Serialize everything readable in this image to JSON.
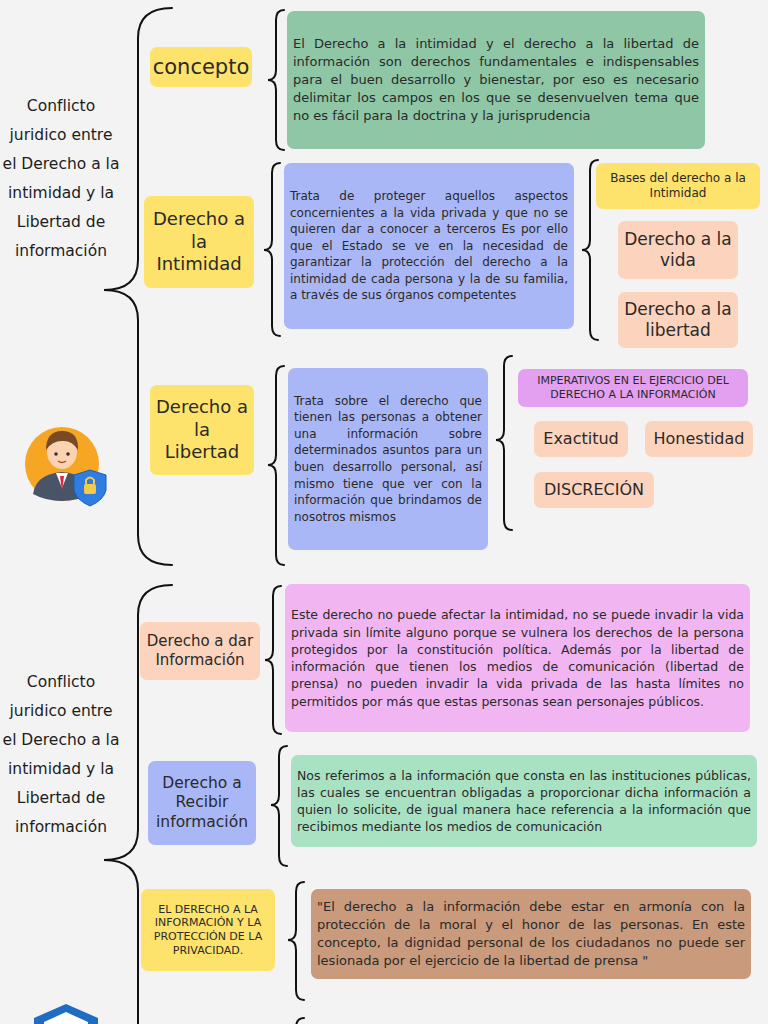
{
  "diagram": {
    "nodes": [
      {
        "text": [
          "concepto"
        ]
      },
      {
        "text": [
          "El Derecho a la intimidad y el derecho a la libertad de información son derechos fundamentales e indispensables para el buen desarrollo y bienestar, por eso es necesario delimitar los campos en los que se desenvuelven tema que no es fácil para la doctrina y la jurisprudencia"
        ]
      },
      {
        "text": [
          "Derecho a la Intimidad"
        ]
      },
      {
        "text": [
          "Trata de proteger aquellos aspectos concernientes a la vida privada y que no se quieren dar a conocer a terceros Es por ello que el Estado se ve en la necesidad de garantizar la protección del derecho a la intimidad de cada persona y la de su familia, a través de sus órganos competentes"
        ]
      },
      {
        "text": [
          "Bases del derecho a la Intimidad"
        ]
      },
      {
        "text": [
          "Derecho a la vida"
        ]
      },
      {
        "text": [
          "Derecho a la libertad"
        ]
      },
      {
        "text": [
          "Derecho a la Libertad"
        ]
      },
      {
        "text": [
          "Trata sobre el derecho que tienen las personas a obtener una información sobre determinados asuntos para un buen desarrollo personal, así mismo tiene que ver con la información que brindamos de nosotros mismos"
        ]
      },
      {
        "text": [
          "IMPERATIVOS EN EL EJERCICIO DEL DERECHO A LA INFORMACIÓN"
        ]
      },
      {
        "text": [
          "Exactitud"
        ]
      },
      {
        "text": [
          "Honestidad"
        ]
      },
      {
        "text": [
          "DISCRECIÓN"
        ]
      },
      {
        "text": [
          "Derecho a dar Información"
        ]
      },
      {
        "text": [
          "Este derecho no puede afectar la intimidad, no se puede invadir la vida privada sin límite alguno porque se vulnera los derechos de la persona protegidos por la constitución política. Además por la libertad de información que tienen los medios de comunicación (libertad de prensa) no pueden invadir la vida privada de las hasta límites no permitidos por más que estas personas sean personajes públicos."
        ]
      },
      {
        "text": [
          "Derecho a Recibir información"
        ]
      },
      {
        "text": [
          "Nos referimos a la información que consta en las instituciones públicas, las cuales se encuentran obligadas a proporcionar dicha información a quien lo solicite, de igual manera hace referencia a la información que recibimos mediante los medios de comunicación"
        ]
      },
      {
        "text": [
          "EL DERECHO A LA INFORMACIÓN Y LA PROTECCIÓN DE LA PRIVACIDAD."
        ]
      },
      {
        "text": [
          "\"El derecho a la información debe estar en armonía con la protección de la moral y el honor de las personas. En este concepto, la dignidad personal de los ciudadanos no puede ser lesionada por el ejercicio de la libertad de prensa \""
        ]
      }
    ],
    "labels": [
      "Conflicto juridico entre el Derecho a la intimidad y la Libertad de información",
      "Conflicto juridico entre el Derecho a la intimidad y la Libertad de información"
    ]
  }
}
